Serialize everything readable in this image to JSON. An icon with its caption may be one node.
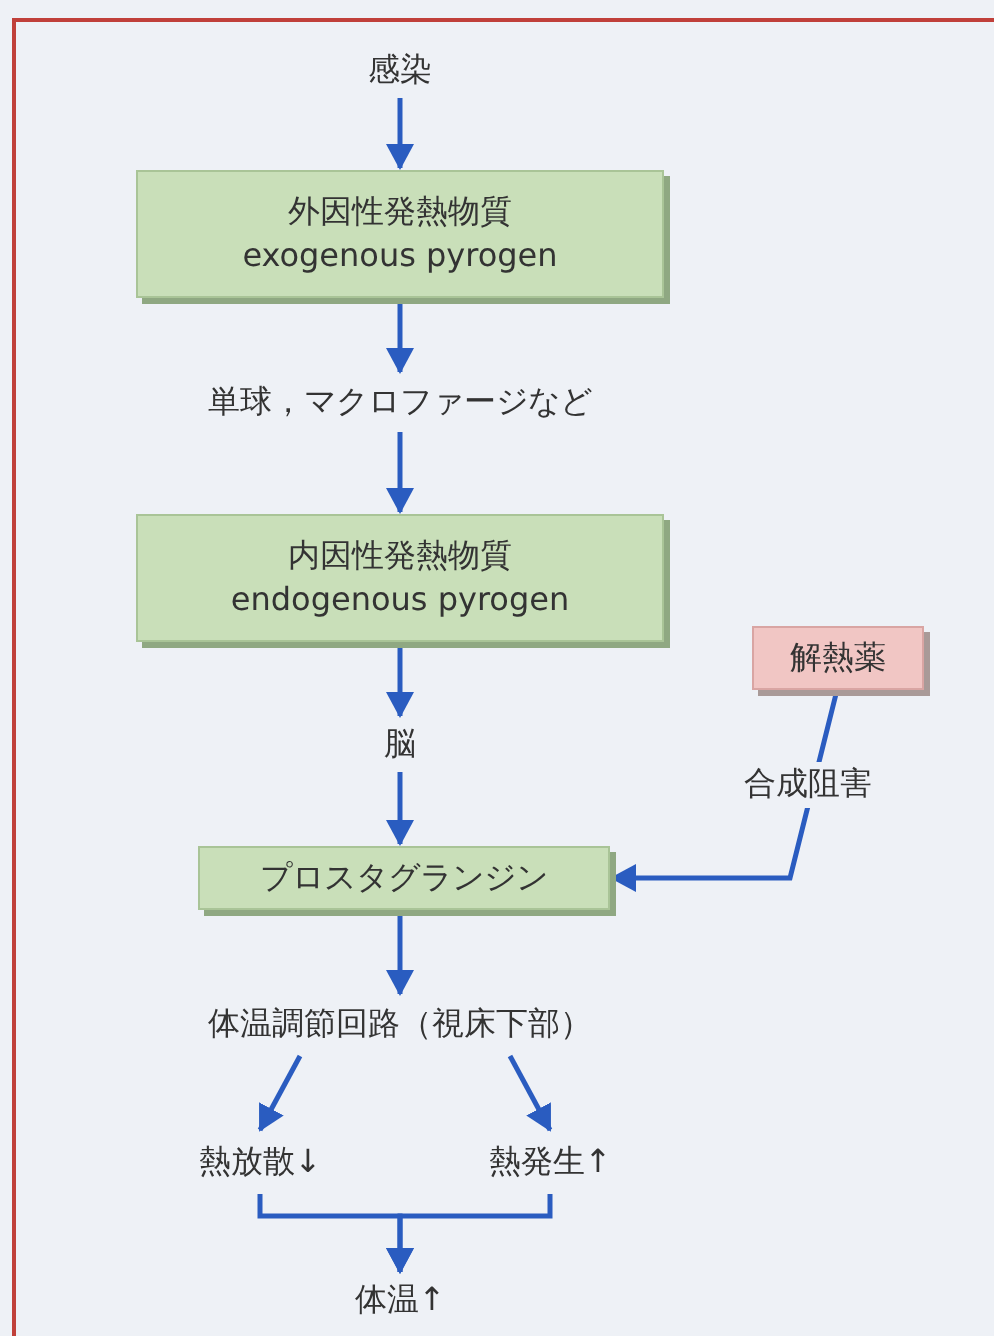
{
  "diagram": {
    "nodes": [
      {
        "text": [
          "感染"
        ]
      },
      {
        "text": [
          "外因性発熱物質",
          "exogenous pyrogen"
        ]
      },
      {
        "text": [
          "単球，マクロファージなど"
        ]
      },
      {
        "text": [
          "内因性発熱物質",
          "endogenous pyrogen"
        ]
      },
      {
        "text": [
          "脳"
        ]
      },
      {
        "text": [
          "解熱薬"
        ]
      },
      {
        "text": [
          "プロスタグランジン"
        ]
      },
      {
        "text": [
          "体温調節回路（視床下部）"
        ]
      },
      {
        "text": [
          "熱放散↓"
        ]
      },
      {
        "text": [
          "熱発生↑"
        ]
      },
      {
        "text": [
          "体温↑"
        ]
      }
    ],
    "edges": [
      {
        "from": 0,
        "to": 1,
        "arrow": "to"
      },
      {
        "from": 1,
        "to": 2,
        "arrow": "to"
      },
      {
        "from": 2,
        "to": 3,
        "arrow": "to"
      },
      {
        "from": 3,
        "to": 4,
        "arrow": "to"
      },
      {
        "from": 4,
        "to": 6,
        "arrow": "to"
      },
      {
        "from": 5,
        "to": 6,
        "arrow": "to",
        "label": "合成阻害"
      },
      {
        "from": 6,
        "to": 7,
        "arrow": "to"
      },
      {
        "from": 7,
        "to": 8,
        "arrow": "to"
      },
      {
        "from": 7,
        "to": 9,
        "arrow": "to"
      },
      {
        "from": 8,
        "to": 10,
        "arrow": "to"
      },
      {
        "from": 9,
        "to": 10,
        "arrow": "to"
      }
    ]
  }
}
